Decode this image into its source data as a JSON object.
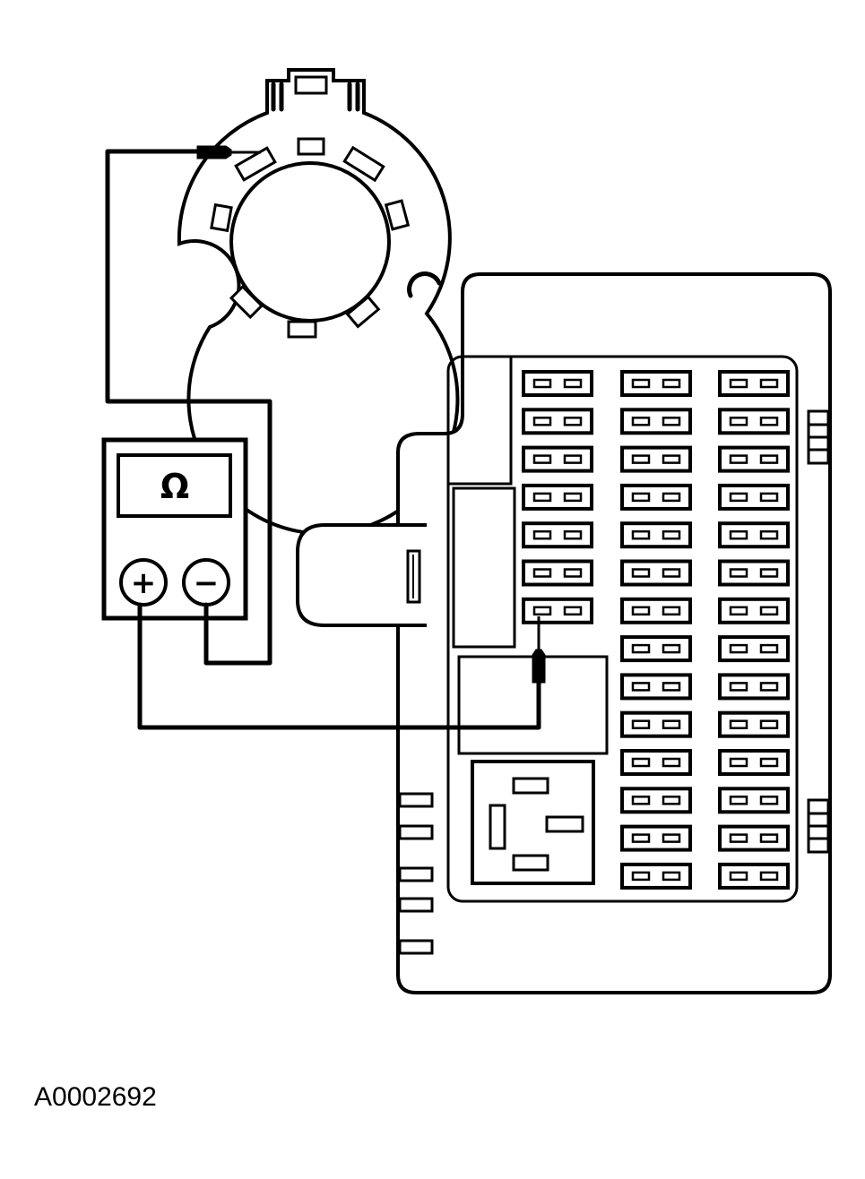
{
  "figure": {
    "id_label": "A0002692"
  },
  "meter": {
    "display_symbol": "Ω",
    "positive_symbol": "+",
    "negative_symbol": "−"
  },
  "fuse_panel": {
    "fuse_columns": [
      7,
      14,
      14
    ]
  }
}
